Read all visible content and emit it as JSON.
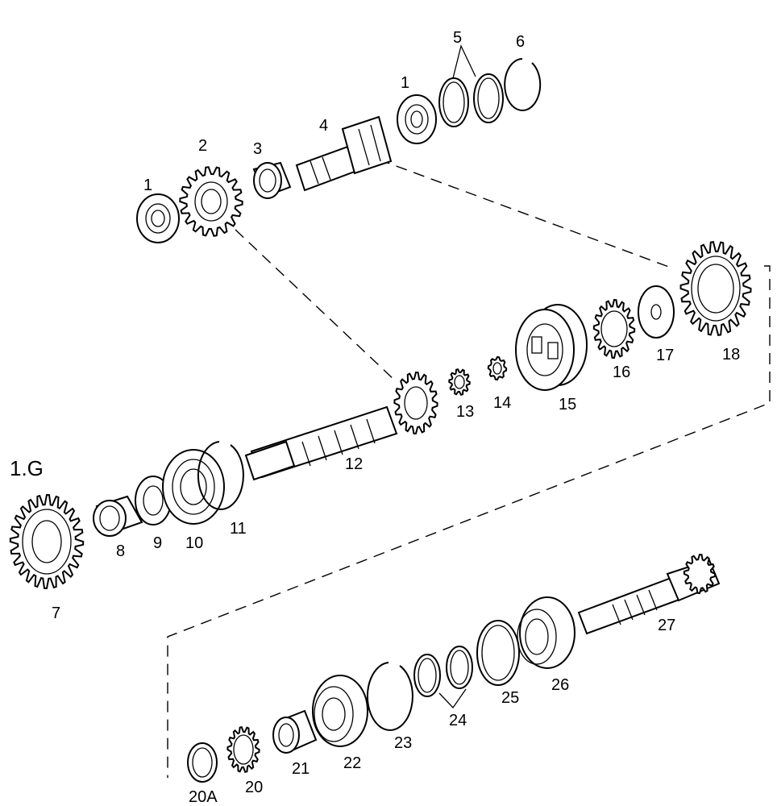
{
  "diagram": {
    "group_label": "1.G",
    "callouts": {
      "p1a": "1",
      "p1b": "1",
      "p2": "2",
      "p3": "3",
      "p4": "4",
      "p5": "5",
      "p6": "6",
      "p7": "7",
      "p8": "8",
      "p9": "9",
      "p10": "10",
      "p11": "11",
      "p12": "12",
      "p13": "13",
      "p14": "14",
      "p15": "15",
      "p16": "16",
      "p17": "17",
      "p18": "18",
      "p20": "20",
      "p20a": "20A",
      "p21": "21",
      "p22": "22",
      "p23": "23",
      "p24": "24",
      "p25": "25",
      "p26": "26",
      "p27": "27"
    }
  }
}
